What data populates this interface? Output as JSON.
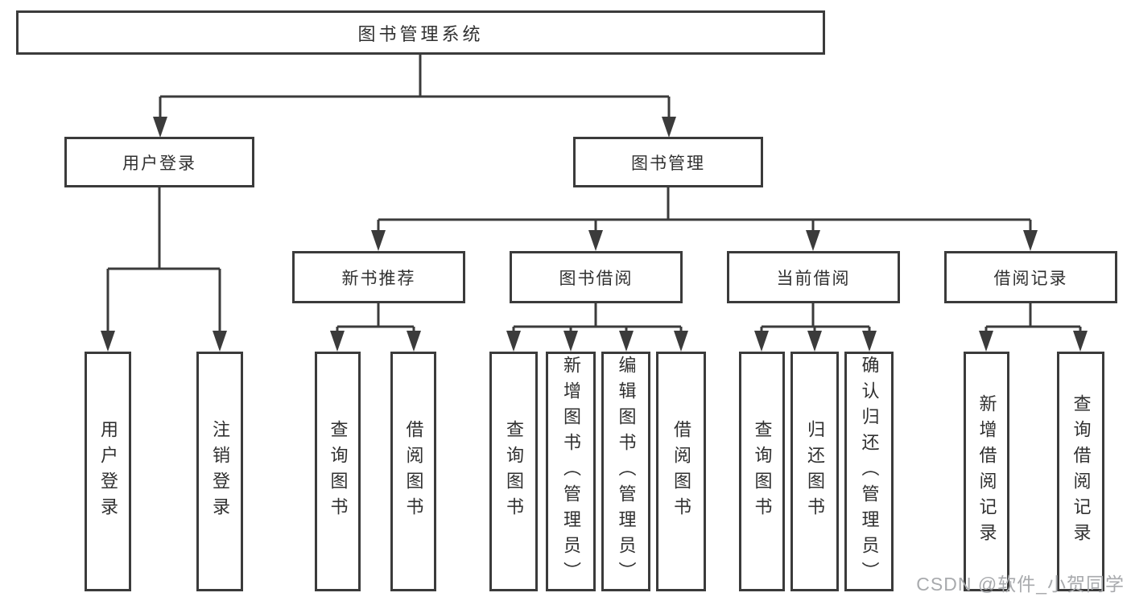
{
  "tree": {
    "label": "图书管理系统",
    "children": [
      {
        "label": "用户登录",
        "children": [
          {
            "label": "用户登录"
          },
          {
            "label": "注销登录"
          }
        ]
      },
      {
        "label": "图书管理",
        "children": [
          {
            "label": "新书推荐",
            "children": [
              {
                "label": "查询图书"
              },
              {
                "label": "借阅图书"
              }
            ]
          },
          {
            "label": "图书借阅",
            "children": [
              {
                "label": "查询图书"
              },
              {
                "label": "新增图书（管理员）"
              },
              {
                "label": "编辑图书（管理员）"
              },
              {
                "label": "借阅图书"
              }
            ]
          },
          {
            "label": "当前借阅",
            "children": [
              {
                "label": "查询图书"
              },
              {
                "label": "归还图书"
              },
              {
                "label": "确认归还（管理员）"
              }
            ]
          },
          {
            "label": "借阅记录",
            "children": [
              {
                "label": "新增借阅记录"
              },
              {
                "label": "查询借阅记录"
              }
            ]
          }
        ]
      }
    ]
  },
  "watermark": "CSDN @软件_小贺同学",
  "colors": {
    "line": "#3b3b3b",
    "text": "#303030",
    "watermark": "#a8aaad",
    "background": "#ffffff"
  }
}
